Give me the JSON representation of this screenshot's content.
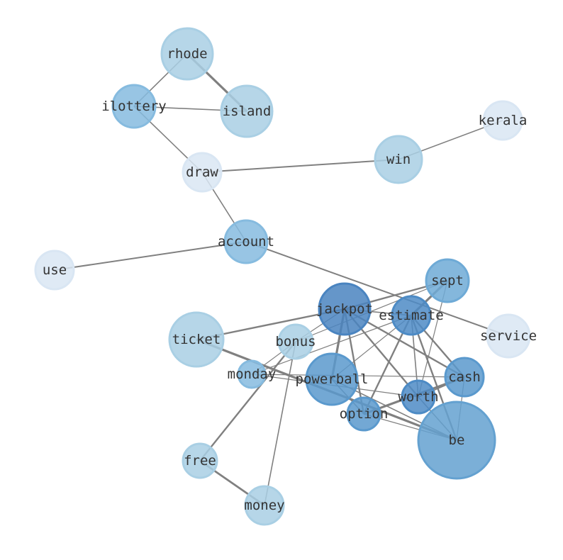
{
  "graph": {
    "nodes": [
      {
        "id": "rhode",
        "label": "rhode",
        "color": "#a9cfe4"
      },
      {
        "id": "island",
        "label": "island",
        "color": "#a9cfe4"
      },
      {
        "id": "ilottery",
        "label": "ilottery",
        "color": "#86bbdf"
      },
      {
        "id": "kerala",
        "label": "kerala",
        "color": "#d9e6f3"
      },
      {
        "id": "win",
        "label": "win",
        "color": "#a9cfe4"
      },
      {
        "id": "draw",
        "label": "draw",
        "color": "#d9e6f3"
      },
      {
        "id": "account",
        "label": "account",
        "color": "#86bbdf"
      },
      {
        "id": "use",
        "label": "use",
        "color": "#d9e6f3"
      },
      {
        "id": "sept",
        "label": "sept",
        "color": "#6eaad6"
      },
      {
        "id": "jackpot",
        "label": "jackpot",
        "color": "#4a84c0"
      },
      {
        "id": "estimate",
        "label": "estimate",
        "color": "#4d8bc5"
      },
      {
        "id": "service",
        "label": "service",
        "color": "#d9e6f3"
      },
      {
        "id": "ticket",
        "label": "ticket",
        "color": "#a9cfe4"
      },
      {
        "id": "bonus",
        "label": "bonus",
        "color": "#a9cfe4"
      },
      {
        "id": "monday",
        "label": "monday",
        "color": "#86bbdf"
      },
      {
        "id": "powerball",
        "label": "powerball",
        "color": "#5a99cd"
      },
      {
        "id": "cash",
        "label": "cash",
        "color": "#5a99cd"
      },
      {
        "id": "worth",
        "label": "worth",
        "color": "#4d8bc5"
      },
      {
        "id": "option",
        "label": "option",
        "color": "#5a99cd"
      },
      {
        "id": "be",
        "label": "be",
        "color": "#64a1d0"
      },
      {
        "id": "free",
        "label": "free",
        "color": "#a9cfe4"
      },
      {
        "id": "money",
        "label": "money",
        "color": "#a9cfe4"
      }
    ],
    "edges": [
      [
        "rhode",
        "ilottery",
        2
      ],
      [
        "rhode",
        "island",
        4
      ],
      [
        "ilottery",
        "island",
        2
      ],
      [
        "ilottery",
        "draw",
        2
      ],
      [
        "draw",
        "account",
        2
      ],
      [
        "draw",
        "win",
        2.5
      ],
      [
        "win",
        "kerala",
        2
      ],
      [
        "account",
        "use",
        2.5
      ],
      [
        "account",
        "service",
        2.5
      ],
      [
        "jackpot",
        "sept",
        3
      ],
      [
        "jackpot",
        "estimate",
        2
      ],
      [
        "jackpot",
        "ticket",
        3
      ],
      [
        "jackpot",
        "bonus",
        1.5
      ],
      [
        "jackpot",
        "powerball",
        4
      ],
      [
        "jackpot",
        "option",
        3
      ],
      [
        "jackpot",
        "worth",
        3
      ],
      [
        "jackpot",
        "cash",
        3
      ],
      [
        "estimate",
        "sept",
        4
      ],
      [
        "estimate",
        "powerball",
        1.5
      ],
      [
        "estimate",
        "option",
        3
      ],
      [
        "estimate",
        "worth",
        2
      ],
      [
        "estimate",
        "be",
        3
      ],
      [
        "estimate",
        "cash",
        3
      ],
      [
        "estimate",
        "monday",
        1.5
      ],
      [
        "sept",
        "bonus",
        1.5
      ],
      [
        "sept",
        "worth",
        1.5
      ],
      [
        "ticket",
        "be",
        4
      ],
      [
        "monday",
        "worth",
        1.5
      ],
      [
        "monday",
        "cash",
        1.5
      ],
      [
        "bonus",
        "monday",
        1.5
      ],
      [
        "bonus",
        "free",
        3
      ],
      [
        "bonus",
        "money",
        2
      ],
      [
        "free",
        "money",
        3.5
      ],
      [
        "option",
        "be",
        1.5
      ],
      [
        "option",
        "cash",
        4
      ],
      [
        "cash",
        "worth",
        2
      ],
      [
        "cash",
        "be",
        1.5
      ],
      [
        "powerball",
        "option",
        2
      ],
      [
        "powerball",
        "be",
        2
      ],
      [
        "worth",
        "be",
        2
      ]
    ]
  }
}
